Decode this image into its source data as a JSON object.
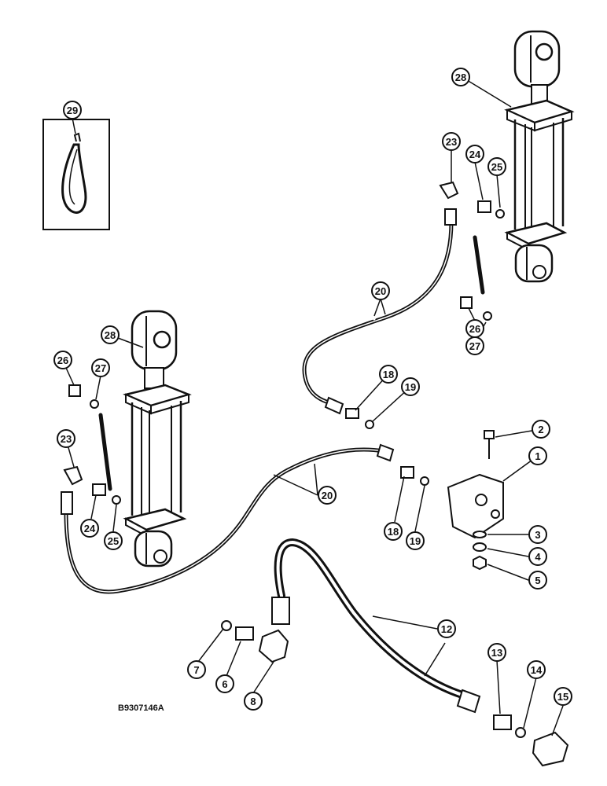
{
  "figure_id": "B9307146A",
  "callouts": {
    "c1": "1",
    "c2": "2",
    "c3": "3",
    "c4": "4",
    "c5": "5",
    "c6": "6",
    "c7": "7",
    "c8": "8",
    "c12": "12",
    "c13": "13",
    "c14": "14",
    "c15": "15",
    "c18": "18",
    "c19": "19",
    "c20": "20",
    "c23": "23",
    "c24": "24",
    "c25": "25",
    "c26": "26",
    "c27": "27",
    "c28": "28",
    "c29": "29"
  },
  "colors": {
    "ink": "#111111",
    "paper": "#ffffff"
  }
}
